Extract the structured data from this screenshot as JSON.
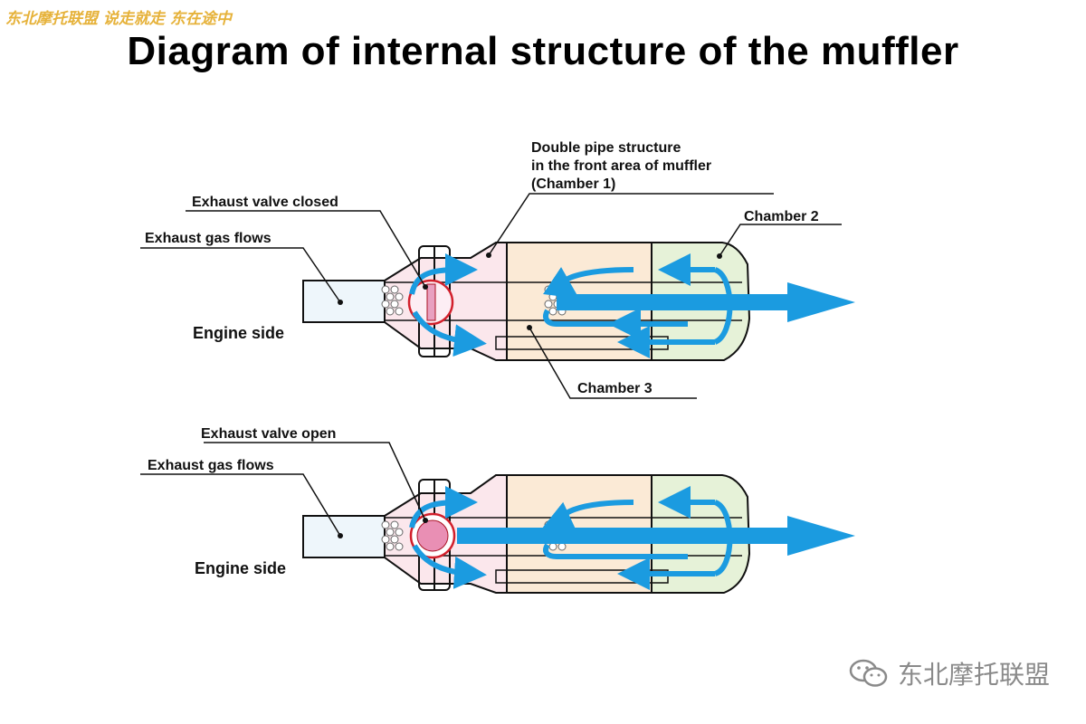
{
  "title": "Diagram of internal structure of the muffler",
  "watermark_top": "东北摩托联盟  说走就走  东在途中",
  "watermark_bottom": "东北摩托联盟",
  "icons": {
    "wechat": "wechat-icon"
  },
  "colors": {
    "flow": "#1b9be0",
    "outline": "#111111",
    "chamber1": "#fbe7ec",
    "chamber3": "#fbead6",
    "chamber2": "#e6f2d8",
    "valve_ring": "#d21f2b",
    "valve_closed": "#e8a0c0",
    "valve_open": "#e98fb4"
  },
  "top": {
    "label_valve": "Exhaust valve closed",
    "label_gas": "Exhaust gas flows",
    "label_engine": "Engine side",
    "label_double_pipe_1": "Double pipe structure",
    "label_double_pipe_2": "in the front area of muffler",
    "label_double_pipe_3": "(Chamber 1)",
    "label_chamber2": "Chamber 2",
    "label_chamber3": "Chamber 3"
  },
  "bottom": {
    "label_valve": "Exhaust valve open",
    "label_gas": "Exhaust gas flows",
    "label_engine": "Engine side"
  }
}
